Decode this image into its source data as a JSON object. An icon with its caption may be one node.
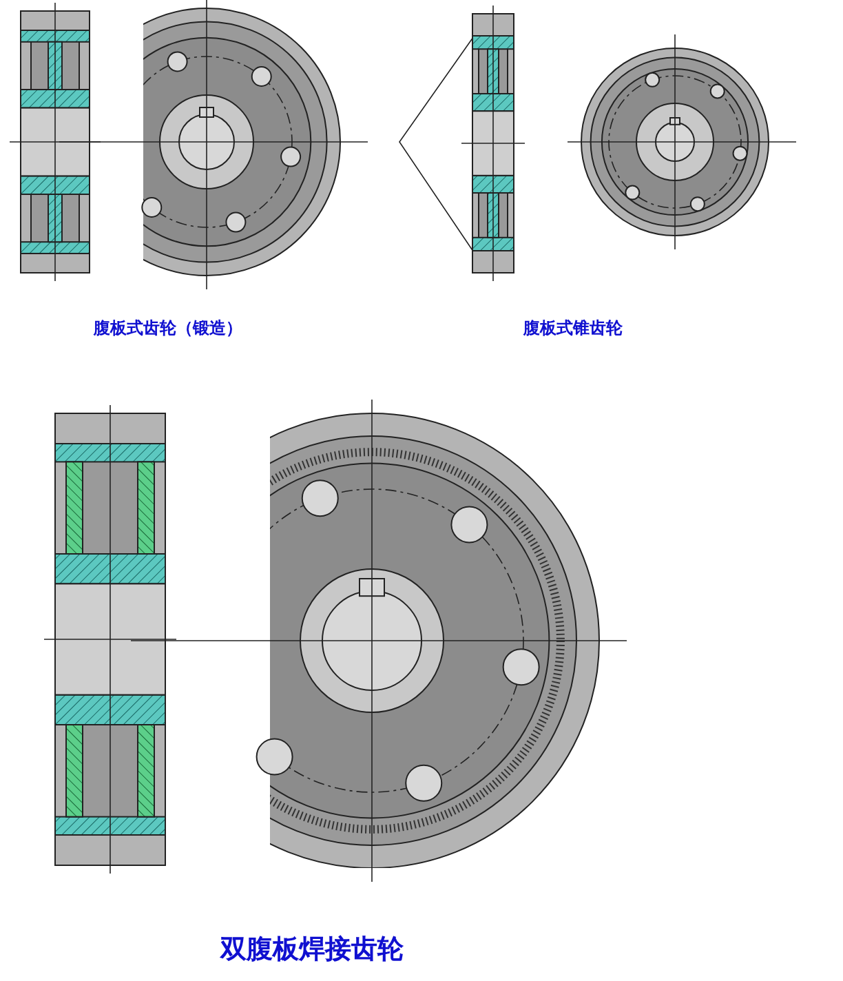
{
  "diagram": {
    "labels": [
      "腹板式齿轮（锻造）",
      "腹板式锥齿轮",
      "双腹板焊接齿轮"
    ]
  }
}
